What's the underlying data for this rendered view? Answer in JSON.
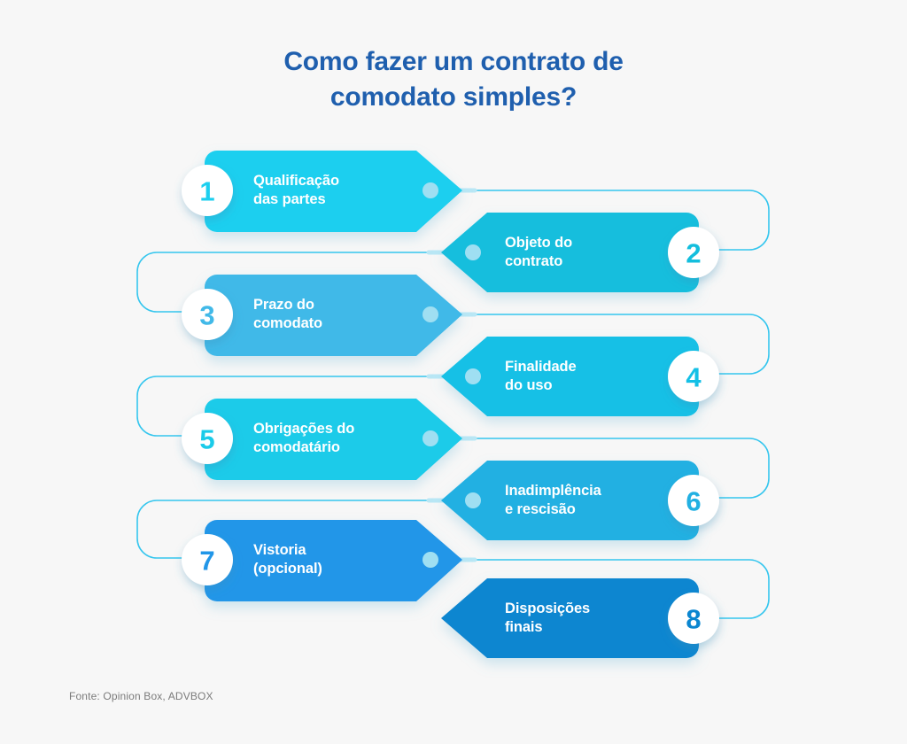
{
  "title": {
    "line1": "Como fazer um contrato de",
    "line2": "comodato simples?",
    "color": "#1f5fae"
  },
  "background_color": "#f7f7f7",
  "footer": {
    "source": "Fonte: Opinion Box, ADVBOX"
  },
  "chart_data": {
    "type": "diagram",
    "subtype": "zigzag-arrow-process-flow",
    "title": "Como fazer um contrato de comodato simples?",
    "step_count": 8,
    "orientation": "alternating left-right, top to bottom",
    "connector_style": "thin rounded loop lines with dot terminators",
    "steps": [
      {
        "number": "1",
        "label_line1": "Qualificação",
        "label_line2": "das partes",
        "side": "left",
        "fill": "#1ccfef",
        "number_color": "#1ccfef"
      },
      {
        "number": "2",
        "label_line1": "Objeto do",
        "label_line2": "contrato",
        "side": "right",
        "fill": "#13bedd",
        "number_color": "#13bedd"
      },
      {
        "number": "3",
        "label_line1": "Prazo do",
        "label_line2": "comodato",
        "side": "left",
        "fill": "#41b9e8",
        "number_color": "#41b9e8"
      },
      {
        "number": "4",
        "label_line1": "Finalidade",
        "label_line2": "do uso",
        "side": "right",
        "fill": "#14c0e6",
        "number_color": "#14c0e6"
      },
      {
        "number": "5",
        "label_line1": "Obrigações do",
        "label_line2": "comodatário",
        "side": "left",
        "fill": "#1bcbe9",
        "number_color": "#1bcbe9"
      },
      {
        "number": "6",
        "label_line1": "Inadimplência",
        "label_line2": "e rescisão",
        "side": "right",
        "fill": "#22b0e2",
        "number_color": "#22b0e2"
      },
      {
        "number": "7",
        "label_line1": "Vistoria",
        "label_line2": "(opcional)",
        "side": "left",
        "fill": "#2196e8",
        "number_color": "#2196e8"
      },
      {
        "number": "8",
        "label_line1": "Disposições",
        "label_line2": "finais",
        "side": "right",
        "fill": "#0b86d0",
        "number_color": "#0b86d0"
      }
    ]
  }
}
